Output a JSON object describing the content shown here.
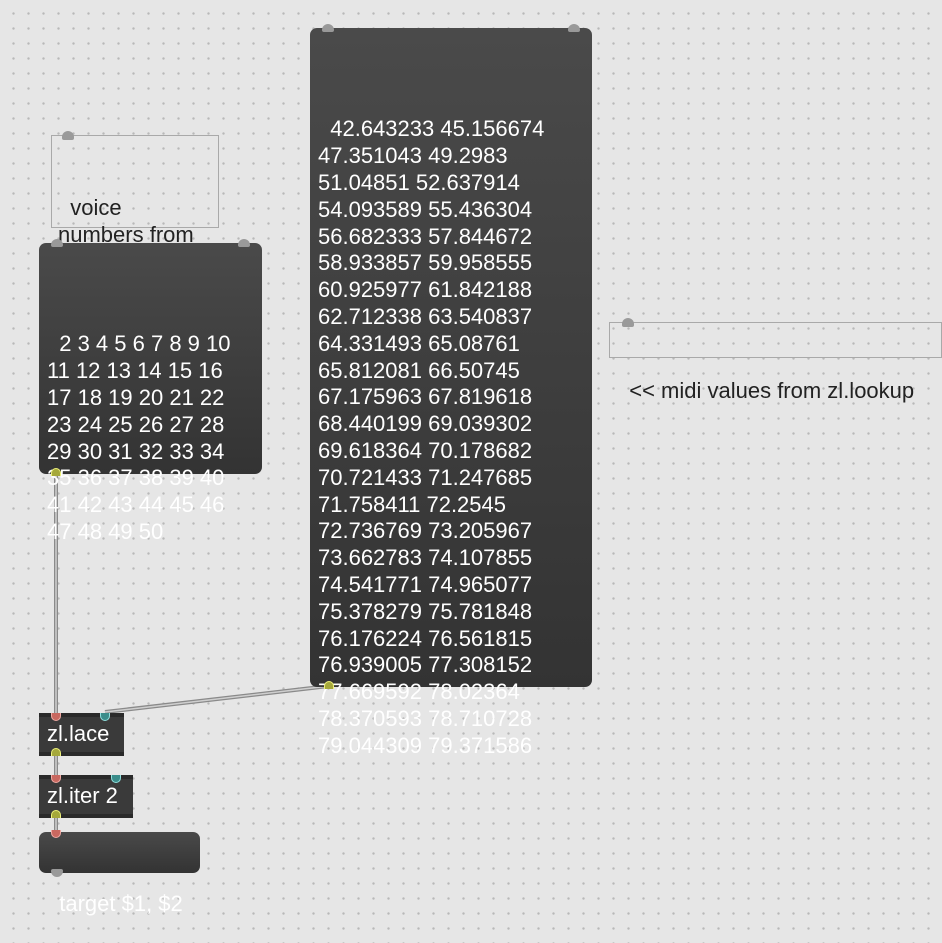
{
  "comments": {
    "voice_label": "voice\nnumbers from\nmc.edge",
    "midi_label": "<< midi values from zl.lookup"
  },
  "messages": {
    "voice_numbers": "2 3 4 5 6 7 8 9 10\n11 12 13 14 15 16\n17 18 19 20 21 22\n23 24 25 26 27 28\n29 30 31 32 33 34\n35 36 37 38 39 40\n41 42 43 44 45 46\n47 48 49 50",
    "midi_values": "42.643233 45.156674\n47.351043 49.2983\n51.04851 52.637914\n54.093589 55.436304\n56.682333 57.844672\n58.933857 59.958555\n60.925977 61.842188\n62.712338 63.540837\n64.331493 65.08761\n65.812081 66.50745\n67.175963 67.819618\n68.440199 69.039302\n69.618364 70.178682\n70.721433 71.247685\n71.758411 72.2545\n72.736769 73.205967\n73.662783 74.107855\n74.541771 74.965077\n75.378279 75.781848\n76.176224 76.561815\n76.939005 77.308152\n77.669592 78.02364\n78.370593 78.710728\n79.044309 79.371586",
    "target": "target $1, $2"
  },
  "objects": {
    "zl_lace": "zl.lace",
    "zl_iter": "zl.iter 2"
  }
}
